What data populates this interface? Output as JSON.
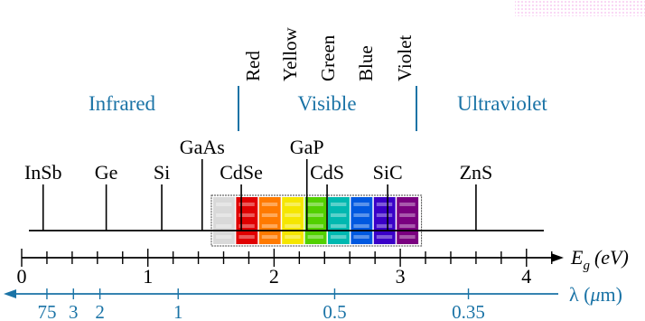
{
  "regions": [
    {
      "label": "Infrared"
    },
    {
      "label": "Visible"
    },
    {
      "label": "Ultraviolet"
    }
  ],
  "colors_names": [
    "Red",
    "Yellow",
    "Green",
    "Blue",
    "Violet"
  ],
  "semiconductors": [
    {
      "label": "InSb",
      "eg": 0.17
    },
    {
      "label": "Ge",
      "eg": 0.67
    },
    {
      "label": "Si",
      "eg": 1.11
    },
    {
      "label": "GaAs",
      "eg": 1.43
    },
    {
      "label": "CdSe",
      "eg": 1.74
    },
    {
      "label": "GaP",
      "eg": 2.26
    },
    {
      "label": "CdS",
      "eg": 2.42
    },
    {
      "label": "SiC",
      "eg": 2.9
    },
    {
      "label": "ZnS",
      "eg": 3.6
    }
  ],
  "energy_axis": {
    "symbol": "E",
    "subscript": "g",
    "unit": "(eV)",
    "ticks": [
      "0",
      "1",
      "2",
      "3",
      "4"
    ],
    "range": [
      0,
      4.2
    ]
  },
  "wavelength_axis": {
    "label_prefix": "λ (",
    "label_mu": "μ",
    "label_suffix": "m)",
    "ticks": [
      {
        "label": "75",
        "eg": 0.2
      },
      {
        "label": "3",
        "eg": 0.41
      },
      {
        "label": "2",
        "eg": 0.62
      },
      {
        "label": "1",
        "eg": 1.24
      },
      {
        "label": "0.5",
        "eg": 2.48
      },
      {
        "label": "0.35",
        "eg": 3.54
      }
    ]
  },
  "colors": {
    "accent": "#1a73a6",
    "ink": "#000000",
    "swatches": [
      "#d9d9d9",
      "#e00000",
      "#ff7a00",
      "#f5e600",
      "#52d000",
      "#00b8b0",
      "#0058e0",
      "#3a00c8",
      "#7a0080"
    ],
    "pattern": "#f4a8e8"
  }
}
